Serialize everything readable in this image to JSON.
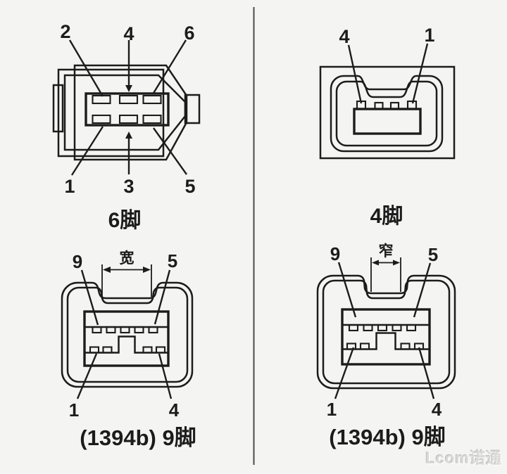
{
  "page": {
    "background_color": "#f4f4f3",
    "line_color": "#1c1c1c",
    "divider_color": "#4a4a4a",
    "watermark": "Lcom诺通",
    "watermark_color": "#d9d9d7"
  },
  "connectors": {
    "six_pin": {
      "caption": "6脚",
      "pins_top": [
        "2",
        "4",
        "6"
      ],
      "pins_bottom": [
        "1",
        "3",
        "5"
      ]
    },
    "four_pin": {
      "caption": "4脚",
      "pins_top": [
        "4",
        "1"
      ]
    },
    "nine_pin_wide": {
      "caption": "(1394b) 9脚",
      "dimension": "宽",
      "pins_top": [
        "9",
        "5"
      ],
      "pins_bottom": [
        "1",
        "4"
      ]
    },
    "nine_pin_narrow": {
      "caption": "(1394b) 9脚",
      "dimension": "窄",
      "pins_top": [
        "9",
        "5"
      ],
      "pins_bottom": [
        "1",
        "4"
      ]
    }
  }
}
